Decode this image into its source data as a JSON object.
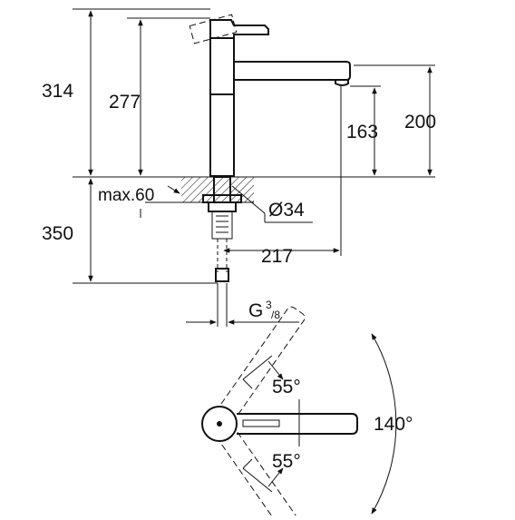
{
  "dimensions": {
    "d314": "314",
    "d277": "277",
    "d163": "163",
    "d200": "200",
    "max60": "max.60",
    "dia34": "Ø34",
    "d350": "350",
    "d217": "217",
    "g_label": "G",
    "g_num": "3",
    "g_den": "/8"
  },
  "angles": {
    "upper": "55°",
    "lower": "55°",
    "total": "140°"
  },
  "colors": {
    "stroke": "#111111",
    "background": "#ffffff"
  }
}
